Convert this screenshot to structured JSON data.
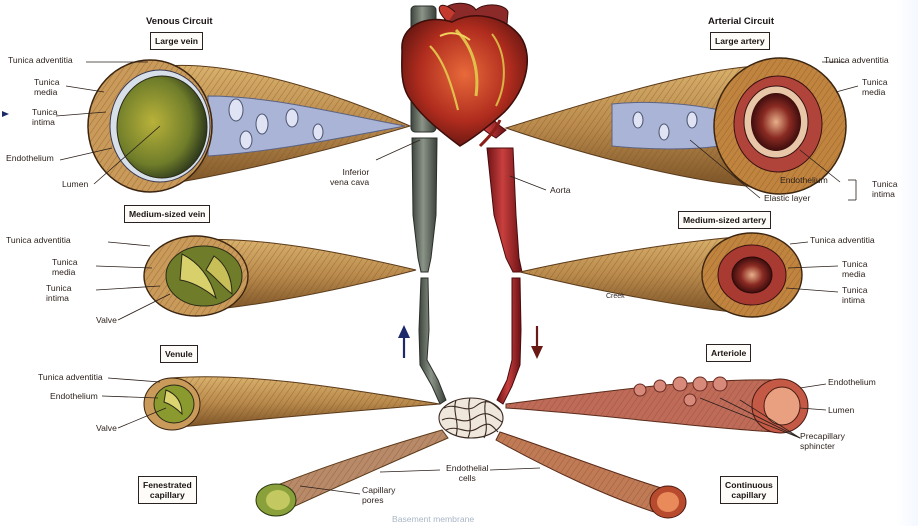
{
  "headers": {
    "venous": "Venous Circuit",
    "arterial": "Arterial Circuit"
  },
  "boxes": {
    "large_vein": "Large vein",
    "large_artery": "Large artery",
    "medium_vein": "Medium-sized vein",
    "medium_artery": "Medium-sized artery",
    "venule": "Venule",
    "arteriole": "Arteriole",
    "fenestrated": "Fenestrated\ncapillary",
    "continuous": "Continuous\ncapillary"
  },
  "labels": {
    "lv_adventitia": "Tunica adventitia",
    "lv_media": "Tunica\nmedia",
    "lv_intima": "Tunica\nintima",
    "lv_endothelium": "Endothelium",
    "lv_lumen": "Lumen",
    "ivc": "Inferior\nvena cava",
    "aorta": "Aorta",
    "la_adventitia": "Tunica adventitia",
    "la_media": "Tunica\nmedia",
    "la_endothelium": "Endothelium",
    "la_elastic": "Elastic layer",
    "la_intima": "Tunica\nintima",
    "mv_adventitia": "Tunica adventitia",
    "mv_media": "Tunica\nmedia",
    "mv_intima": "Tunica\nintima",
    "mv_valve": "Valve",
    "ma_adventitia": "Tunica adventitia",
    "ma_media": "Tunica\nmedia",
    "ma_intima": "Tunica\nintima",
    "ma_creek": "Creek",
    "vn_adventitia": "Tunica adventitia",
    "vn_endothelium": "Endothelium",
    "vn_valve": "Valve",
    "ar_endothelium": "Endothelium",
    "ar_lumen": "Lumen",
    "ar_sphincter": "Precapillary\nsphincter",
    "cap_endothelial": "Endothelial\ncells",
    "cap_pores": "Capillary\npores",
    "basement": "Basement membrane"
  },
  "colors": {
    "vein": "#5b6458",
    "artery": "#a3262a",
    "wall": "#b98a4c",
    "heart": "#b02c1e"
  }
}
